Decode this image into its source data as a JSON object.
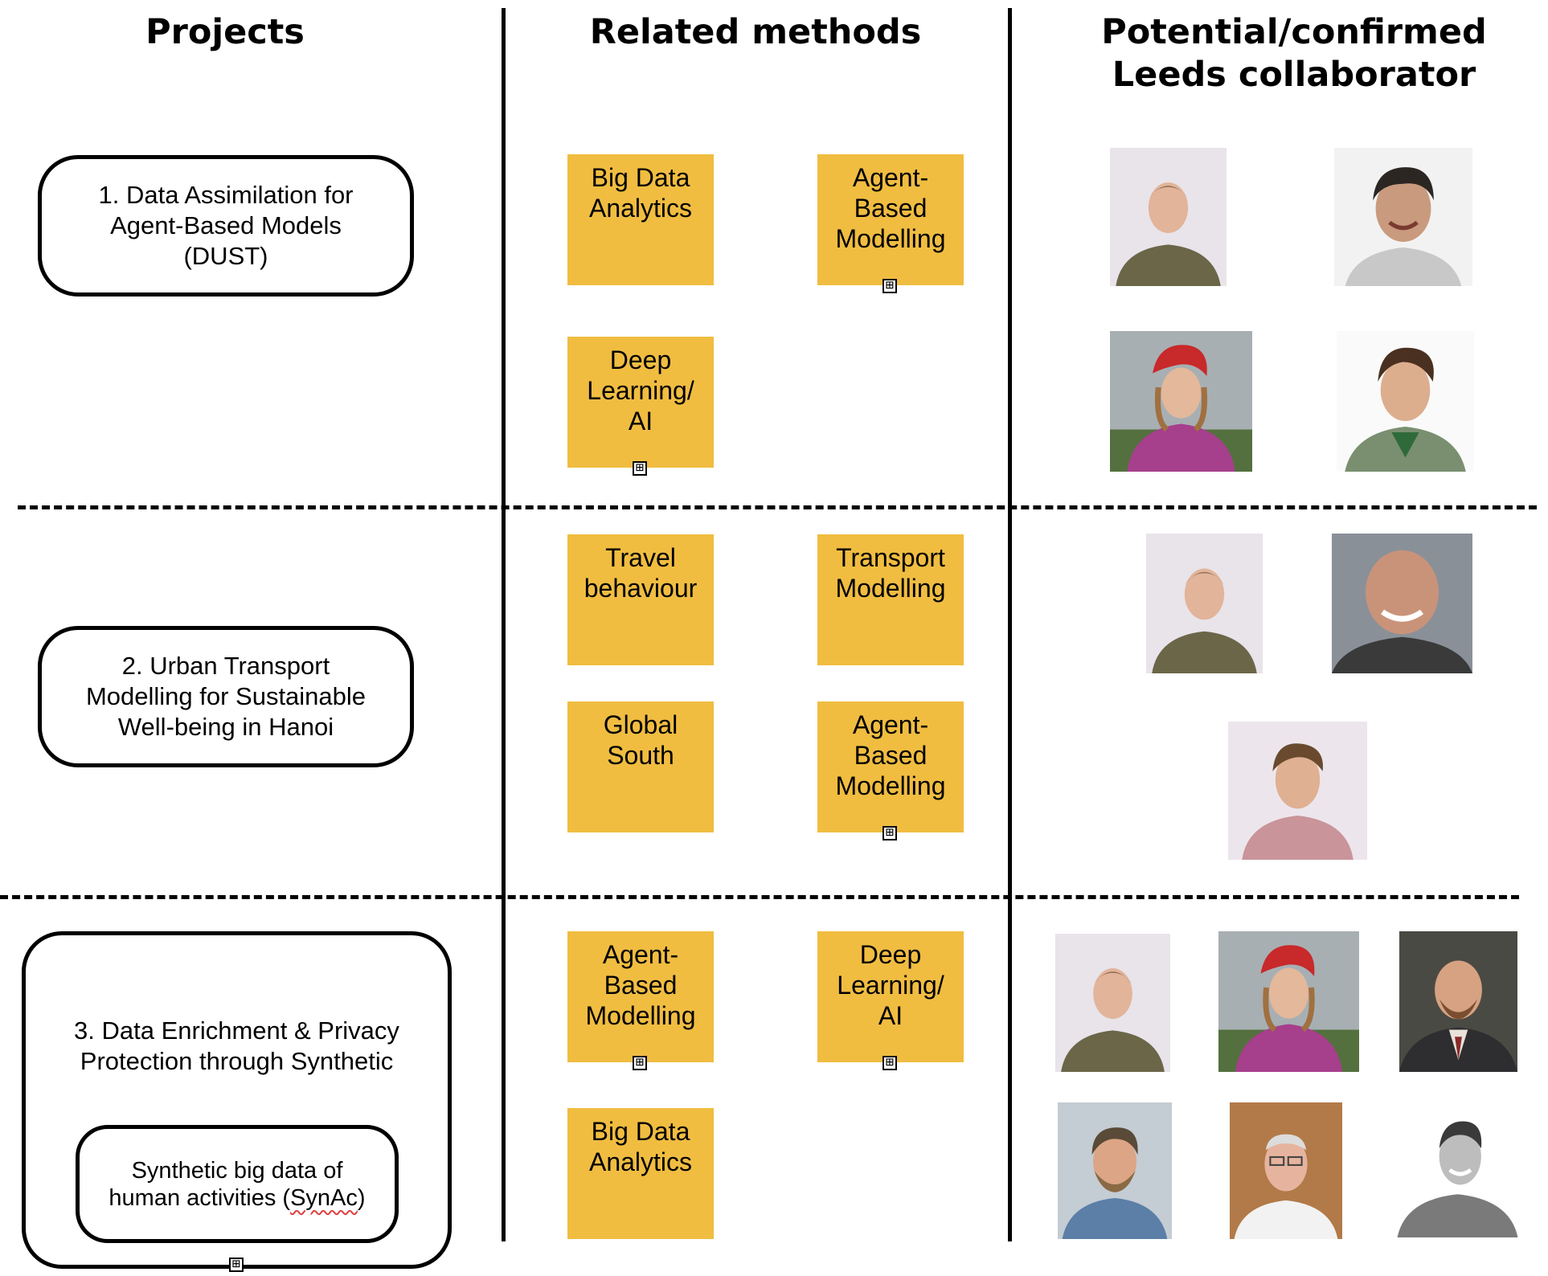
{
  "headers": {
    "projects": "Projects",
    "methods": "Related methods",
    "collab_line1": "Potential/confirmed",
    "collab_line2": "Leeds collaborator"
  },
  "projects": [
    {
      "label": "1. Data Assimilation for\nAgent-Based Models\n(DUST)"
    },
    {
      "label": "2. Urban Transport\nModelling for Sustainable\nWell-being in Hanoi"
    },
    {
      "label": "3. Data Enrichment & Privacy\nProtection through Synthetic",
      "sub_line1": "Synthetic big data of",
      "sub_line2_prefix": "human activities (",
      "sub_line2_mis": "SynAc",
      "sub_line2_suffix": ")"
    }
  ],
  "methods": {
    "p1": [
      "Big Data\nAnalytics",
      "Agent-\nBased\nModelling",
      "Deep\nLearning/\nAI"
    ],
    "p2": [
      "Travel\nbehaviour",
      "Transport\nModelling",
      "Global\nSouth",
      "Agent-\nBased\nModelling"
    ],
    "p3": [
      "Agent-\nBased\nModelling",
      "Deep\nLearning/\nAI",
      "Big Data\nAnalytics"
    ]
  },
  "expand_glyph": "⊞",
  "colors": {
    "sticky_note": "#f0bd41",
    "lines": "#000000",
    "misspelling_underline": "#e04040"
  }
}
